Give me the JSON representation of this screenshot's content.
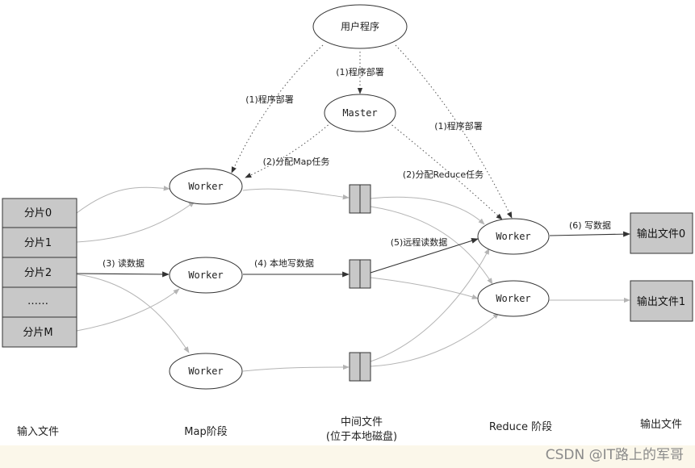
{
  "nodes": {
    "user_program": "用户程序",
    "master": "Master",
    "worker": "Worker"
  },
  "input_splits": [
    "分片0",
    "分片1",
    "分片2",
    "……",
    "分片M"
  ],
  "output_files": [
    "输出文件0",
    "输出文件1"
  ],
  "edge_labels": {
    "deploy": "(1)程序部署",
    "assign_map": "(2)分配Map任务",
    "assign_reduce": "(2)分配Reduce任务",
    "read_data": "(3)  读数据",
    "local_write": "(4)  本地写数据",
    "remote_read": "(5)远程读数据",
    "write_data": "(6)  写数据"
  },
  "stages": {
    "input": "输入文件",
    "map": "Map阶段",
    "intermediate_line1": "中间文件",
    "intermediate_line2": "(位于本地磁盘)",
    "reduce": "Reduce 阶段",
    "output": "输出文件"
  },
  "watermark": "CSDN @IT路上的军哥",
  "colors": {
    "file_fill": "#c8c8c8",
    "edge_gray": "#b4b4b4",
    "edge_dark": "#333333",
    "dotted": "#555555"
  }
}
